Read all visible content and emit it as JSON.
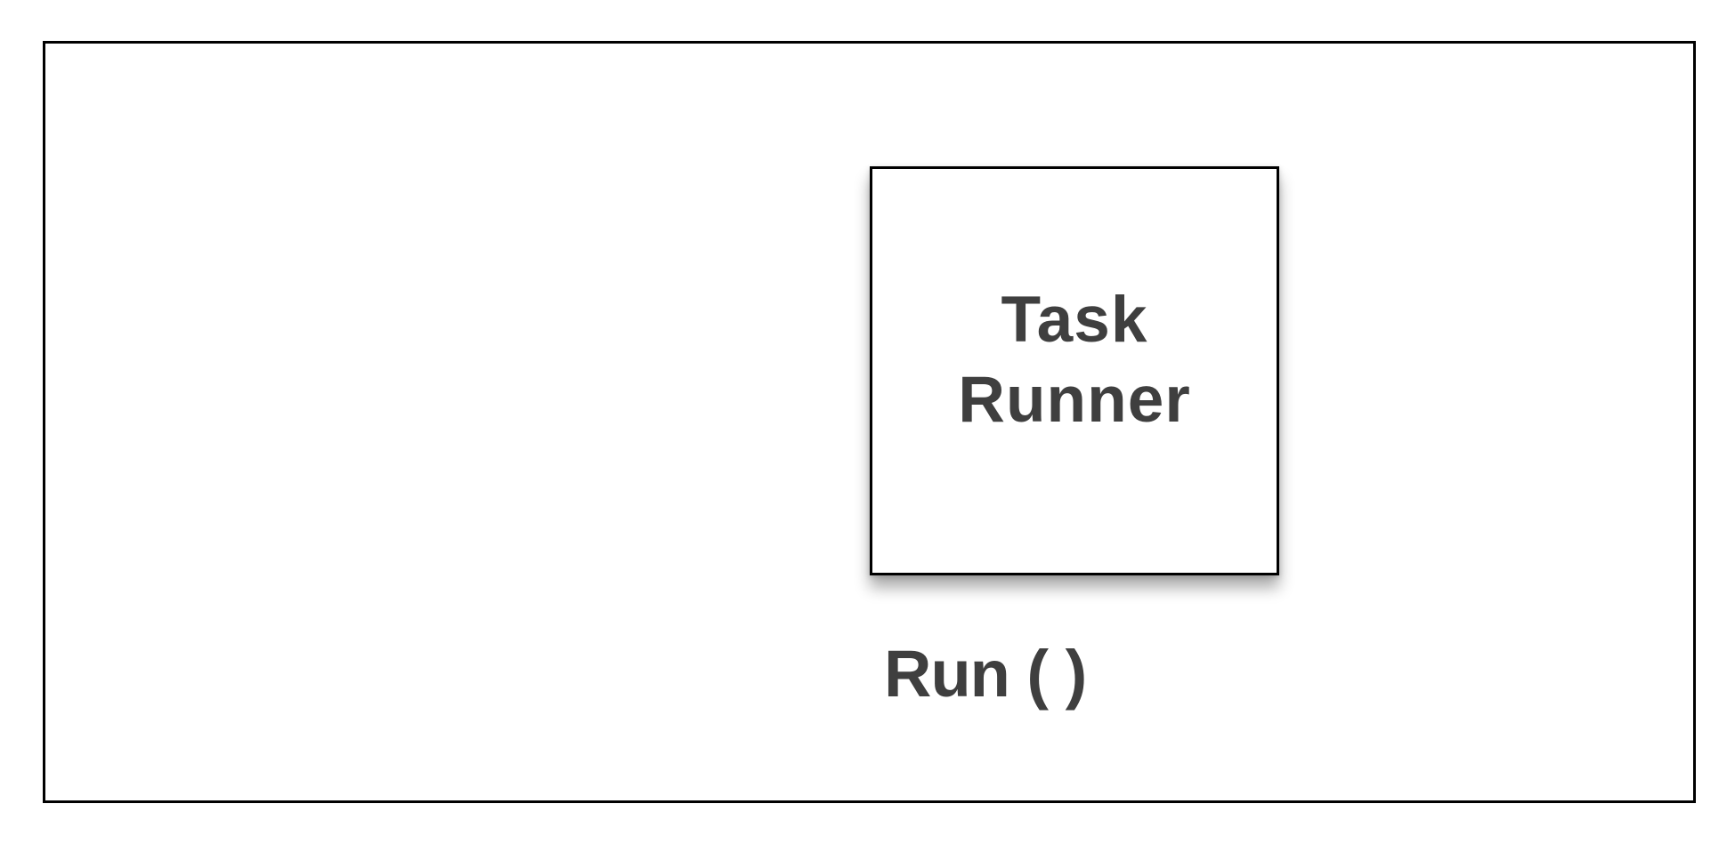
{
  "diagram": {
    "component": {
      "line1": "Task",
      "line2": "Runner"
    },
    "method_label": "Run ( )",
    "colors": {
      "text": "#3f3f3f",
      "border": "#000000",
      "background": "#ffffff"
    }
  }
}
